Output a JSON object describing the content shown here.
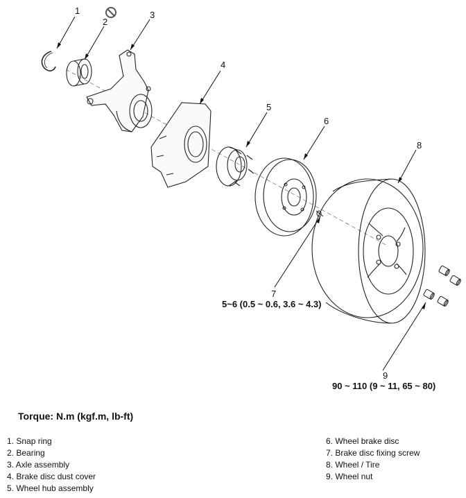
{
  "callouts": {
    "c1": "1",
    "c2": "2",
    "c3": "3",
    "c4": "4",
    "c5": "5",
    "c6": "6",
    "c7": "7",
    "c8": "8",
    "c9": "9"
  },
  "torque_values": {
    "brake_disc_screw": "5~6 (0.5 ~ 0.6, 3.6 ~ 4.3)",
    "wheel_nut": "90 ~ 110 (9 ~ 11, 65 ~ 80)"
  },
  "torque_title": "Torque: N.m (kgf.m, lb-ft)",
  "legend_left": [
    "1. Snap ring",
    "2. Bearing",
    "3. Axle assembly",
    "4. Brake disc dust cover",
    "5. Wheel hub assembly"
  ],
  "legend_right": [
    "6. Wheel brake disc",
    "7. Brake disc fixing screw",
    "8. Wheel / Tire",
    "9. Wheel nut"
  ],
  "symbols": {
    "do_not_reuse": "prohibition-icon"
  }
}
